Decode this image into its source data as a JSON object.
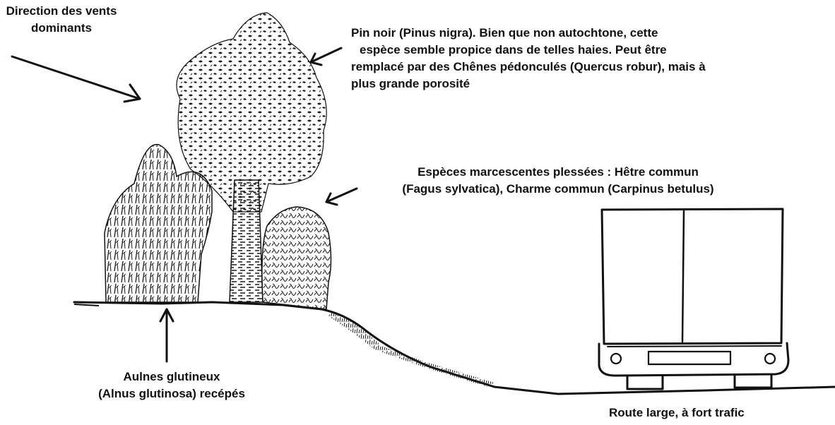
{
  "labels": {
    "wind": {
      "line1": "Direction des vents",
      "line2": "dominants"
    },
    "pine": {
      "line1": "Pin noir (Pinus nigra). Bien que non autochtone, cette",
      "line2": "espèce semble propice dans de telles haies. Peut être",
      "line3": "remplacé par des Chênes pédonculés (Quercus robur), mais à",
      "line4": "plus grande porosité"
    },
    "marcescent": {
      "line1": "Espèces marcescentes plessées : Hêtre commun",
      "line2": "(Fagus sylvatica), Charme commun (Carpinus betulus)"
    },
    "alders": {
      "line1": "Aulnes glutineux",
      "line2": "(Alnus glutinosa) recépés"
    },
    "road": {
      "line1": "Route large, à fort trafic"
    }
  }
}
